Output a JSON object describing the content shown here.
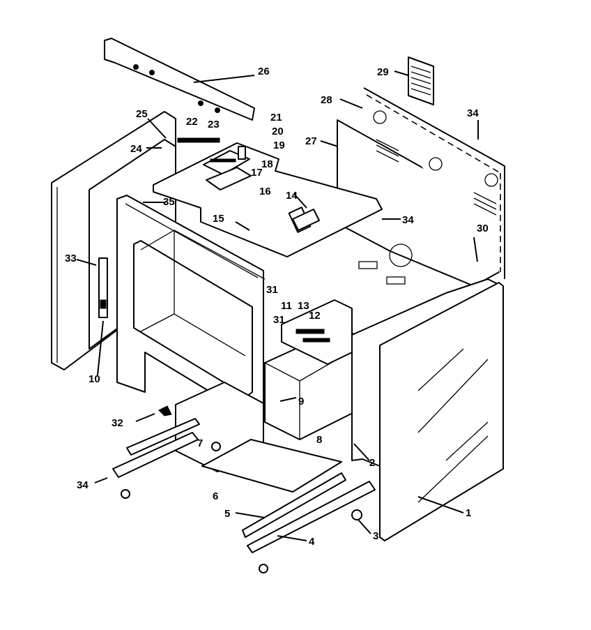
{
  "callouts": [
    "1",
    "2",
    "3",
    "4",
    "5",
    "6",
    "7",
    "8",
    "9",
    "10",
    "11",
    "12",
    "13",
    "14",
    "15",
    "16",
    "17",
    "18",
    "19",
    "20",
    "21",
    "22",
    "23",
    "24",
    "25",
    "26",
    "27",
    "28",
    "29",
    "30",
    "31",
    "32",
    "33",
    "34",
    "35"
  ],
  "repeat": {
    "c31": "31",
    "c34": "34"
  }
}
